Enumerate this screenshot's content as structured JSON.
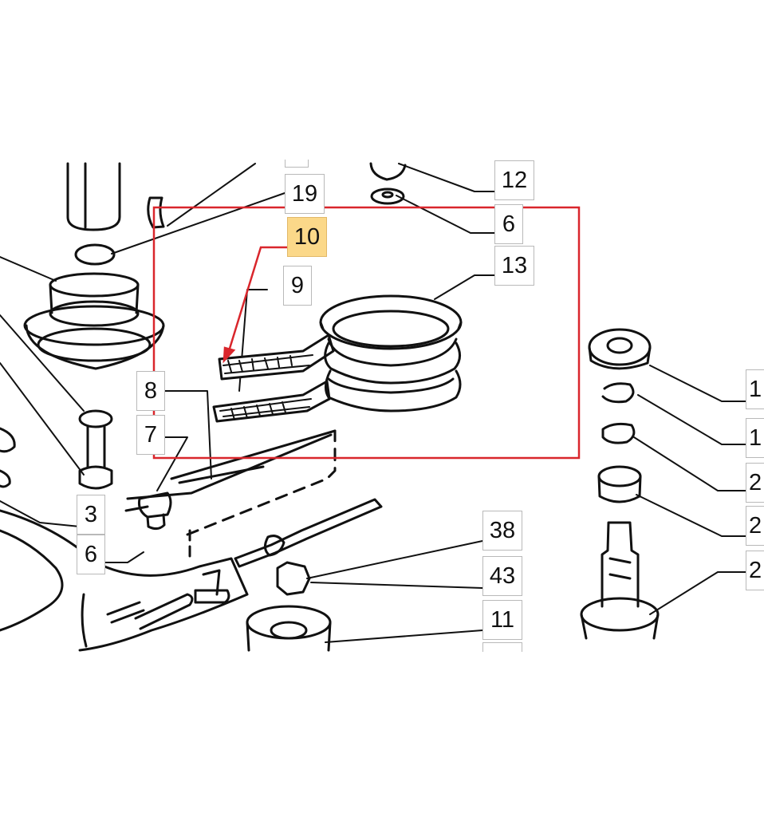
{
  "highlight": {
    "color": "#d9262c",
    "label_bg": "#fbd889"
  },
  "callouts": {
    "c19": "19",
    "c10": "10",
    "c9": "9",
    "c12": "12",
    "c6_top": "6",
    "c13": "13",
    "c8": "8",
    "c7": "7",
    "c3": "3",
    "c6_left": "6",
    "c38": "38",
    "c43": "43",
    "c11": "11",
    "r1": "1",
    "r2": "1",
    "r3": "2",
    "r4": "2",
    "r5": "2"
  }
}
